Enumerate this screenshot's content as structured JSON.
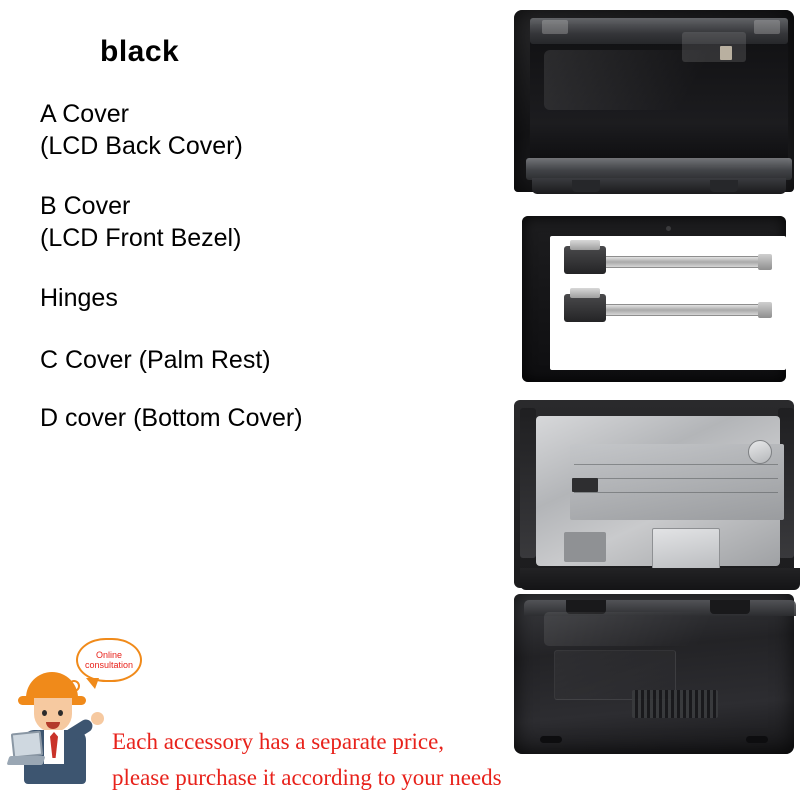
{
  "product": {
    "color_title": "black",
    "parts": [
      {
        "id": "a-cover",
        "name": "A Cover",
        "detail": "(LCD Back Cover)",
        "text": "A Cover\n(LCD Back Cover)"
      },
      {
        "id": "b-cover",
        "name": "B Cover",
        "detail": "(LCD Front Bezel)",
        "text": "B Cover\n(LCD Front Bezel)"
      },
      {
        "id": "hinges",
        "name": "Hinges",
        "detail": "",
        "text": "Hinges"
      },
      {
        "id": "c-cover",
        "name": "C Cover",
        "detail": "(Palm Rest)",
        "text": "C Cover (Palm Rest)"
      },
      {
        "id": "d-cover",
        "name": "D cover",
        "detail": "(Bottom Cover)",
        "text": "D cover (Bottom Cover)"
      }
    ]
  },
  "promo": {
    "line1": "Each accessory has a separate price,",
    "line2": "please purchase it according to your needs",
    "color": "#e8221b"
  },
  "mascot": {
    "bubble_line1": "Online",
    "bubble_line2": "consultation",
    "helmet_color": "#f08a1a",
    "suit_color": "#3d5570"
  },
  "photos": [
    {
      "id": "photo-a-cover",
      "alt": "A Cover LCD back cover"
    },
    {
      "id": "photo-b-cover",
      "alt": "B Cover LCD front bezel with hinges"
    },
    {
      "id": "photo-c-cover",
      "alt": "C Cover palm rest"
    },
    {
      "id": "photo-d-cover",
      "alt": "D Cover bottom cover"
    }
  ]
}
